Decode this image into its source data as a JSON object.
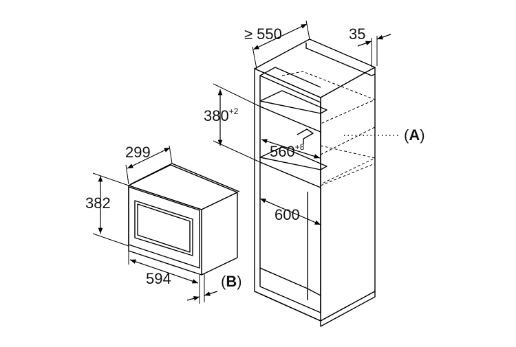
{
  "dimensions": {
    "cabinet_depth": "≥ 550",
    "cabinet_top_offset": "35",
    "niche_height_value": "380",
    "niche_height_tolerance": "+2",
    "niche_width_value": "560",
    "niche_width_tolerance": "+8",
    "cabinet_width": "600",
    "appliance_depth": "299",
    "appliance_height": "382",
    "appliance_width": "594"
  },
  "callouts": {
    "a": {
      "open": "(",
      "letter": "A",
      "close": ")"
    },
    "b": {
      "open": "(",
      "letter": "B",
      "close": ")"
    }
  }
}
